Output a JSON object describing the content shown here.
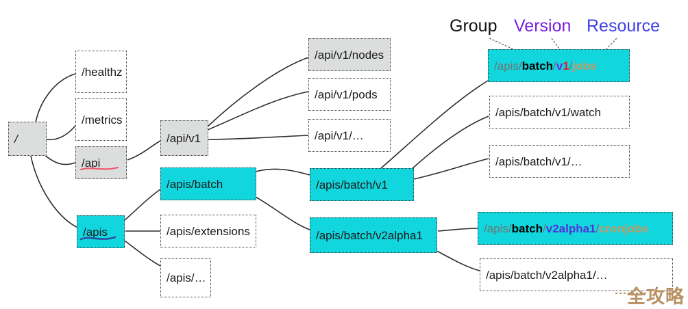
{
  "diagram": {
    "title_labels": [
      {
        "text": "Group",
        "color": "#111111"
      },
      {
        "text": "Version",
        "color": "#7a20e0"
      },
      {
        "text": "Resource",
        "color": "#4040e8"
      }
    ],
    "nodes": [
      {
        "id": "root",
        "label": "/",
        "fill": "gray"
      },
      {
        "id": "healthz",
        "label": "/healthz",
        "fill": "white"
      },
      {
        "id": "metrics",
        "label": "/metrics",
        "fill": "white"
      },
      {
        "id": "api",
        "label": "/api",
        "fill": "gray"
      },
      {
        "id": "apis",
        "label": "/apis",
        "fill": "cyan"
      },
      {
        "id": "api-v1",
        "label": "/api/v1",
        "fill": "gray"
      },
      {
        "id": "api-v1-nodes",
        "label": "/api/v1/nodes",
        "fill": "gray"
      },
      {
        "id": "api-v1-pods",
        "label": "/api/v1/pods",
        "fill": "white"
      },
      {
        "id": "api-v1-more",
        "label": "/api/v1/…",
        "fill": "white"
      },
      {
        "id": "apis-batch",
        "label": "/apis/batch",
        "fill": "cyan"
      },
      {
        "id": "apis-extensions",
        "label": "/apis/extensions",
        "fill": "white"
      },
      {
        "id": "apis-more",
        "label": "/apis/…",
        "fill": "white"
      },
      {
        "id": "batch-v1",
        "label": "/apis/batch/v1",
        "fill": "cyan"
      },
      {
        "id": "batch-v2a1",
        "label": "/apis/batch/v2alpha1",
        "fill": "cyan"
      },
      {
        "id": "batch-v1-watch",
        "label": "/apis/batch/v1/watch",
        "fill": "white"
      },
      {
        "id": "batch-v1-more",
        "label": "/apis/batch/v1/…",
        "fill": "white"
      },
      {
        "id": "batch-v2a1-more",
        "label": "/apis/batch/v2alpha1/…",
        "fill": "white"
      }
    ],
    "gvr_nodes": [
      {
        "id": "batch-v1-jobs",
        "full_label": "/apis/batch/v1/jobs",
        "prefix": "/apis",
        "group": "batch",
        "version": "v1",
        "resource": "jobs",
        "fill": "cyan"
      },
      {
        "id": "batch-v2a1-cronjobs",
        "full_label": "/apis/batch/v2alpha1/cronjobs",
        "prefix": "/apis",
        "group": "batch",
        "version": "v2alpha1",
        "resource": "cronjobs",
        "fill": "cyan"
      }
    ],
    "colors": {
      "cyan_fill": "#12d6de",
      "gray_fill": "#dcdddd",
      "group_text": "#000000",
      "version_text": "#7a20e0",
      "resource_text": "#c39a63",
      "prefix_text": "#6f7472",
      "api_underline": "#ef5b6e",
      "apis_underline": "#2b4f9e"
    },
    "annotations": {
      "api_underline_note": "red hand-drawn underline under /api",
      "apis_underline_note": "blue hand-drawn underline under /apis"
    },
    "watermark": {
      "text": "全攻略"
    }
  }
}
